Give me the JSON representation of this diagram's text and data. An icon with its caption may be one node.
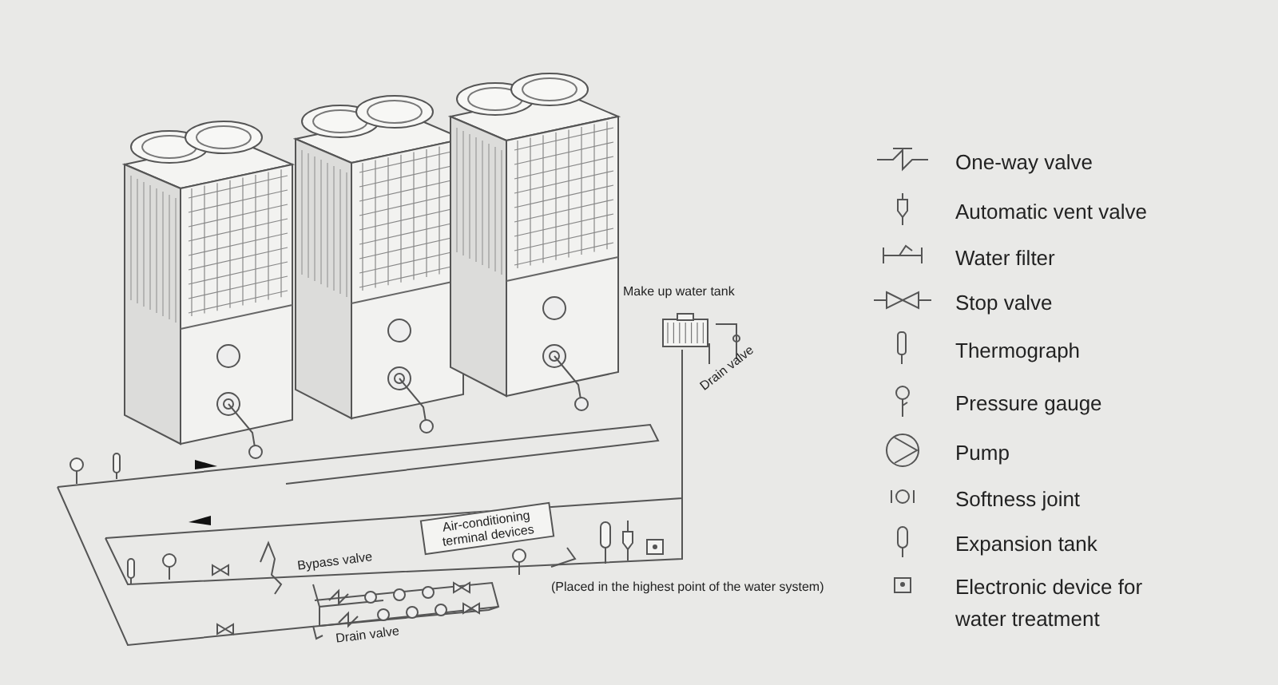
{
  "diagram": {
    "nodes": [
      {
        "text": [
          "Make up water tank"
        ]
      },
      {
        "text": [
          "Air-conditioning terminal devices"
        ]
      }
    ],
    "edges": [
      {
        "from": 0,
        "to": 1,
        "arrow": "none"
      }
    ],
    "labels": [
      "Drain valve",
      "Bypass valve",
      "(Placed in the highest point of the water system)",
      "Drain valve"
    ],
    "legend": [
      {
        "text": "One-way valve"
      },
      {
        "text": "Automatic vent valve"
      },
      {
        "text": "Water filter"
      },
      {
        "text": "Stop valve"
      },
      {
        "text": "Thermograph"
      },
      {
        "text": "Pressure gauge"
      },
      {
        "text": "Pump"
      },
      {
        "text": "Softness joint"
      },
      {
        "text": "Expansion tank"
      },
      {
        "text": "Electronic device for water treatment"
      }
    ]
  }
}
